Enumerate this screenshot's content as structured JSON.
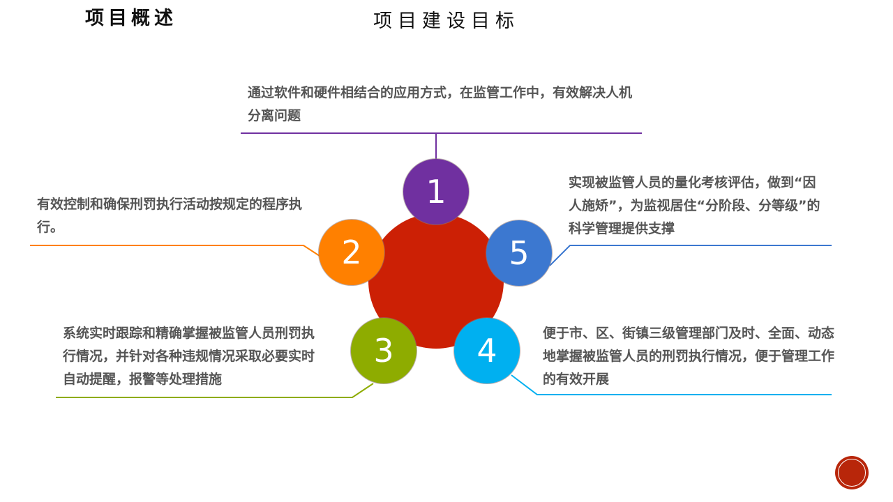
{
  "header": {
    "section_title": "项目概述",
    "page_title": "项目建设目标"
  },
  "diagram": {
    "center_color": "#cc2005",
    "nodes": [
      {
        "number": "1",
        "color": "#7030a0",
        "text": "通过软件和硬件相结合的应用方式，在监管工作中，有效解决人机分离问题"
      },
      {
        "number": "2",
        "color": "#ff8000",
        "text": "有效控制和确保刑罚执行活动按规定的程序执行。"
      },
      {
        "number": "3",
        "color": "#8eac00",
        "text": "系统实时跟踪和精确掌握被监管人员刑罚执行情况，并针对各种违规情况采取必要实时自动提醒，报警等处理措施"
      },
      {
        "number": "4",
        "color": "#00b0f0",
        "text": "便于市、区、街镇三级管理部门及时、全面、动态地掌握被监管人员的刑罚执行情况，便于管理工作的有效开展"
      },
      {
        "number": "5",
        "color": "#3c78d0",
        "text": "实现被监管人员的量化考核评估，做到“因人施矫”，为监视居住“分阶段、分等级”的科学管理提供支撑"
      }
    ]
  }
}
